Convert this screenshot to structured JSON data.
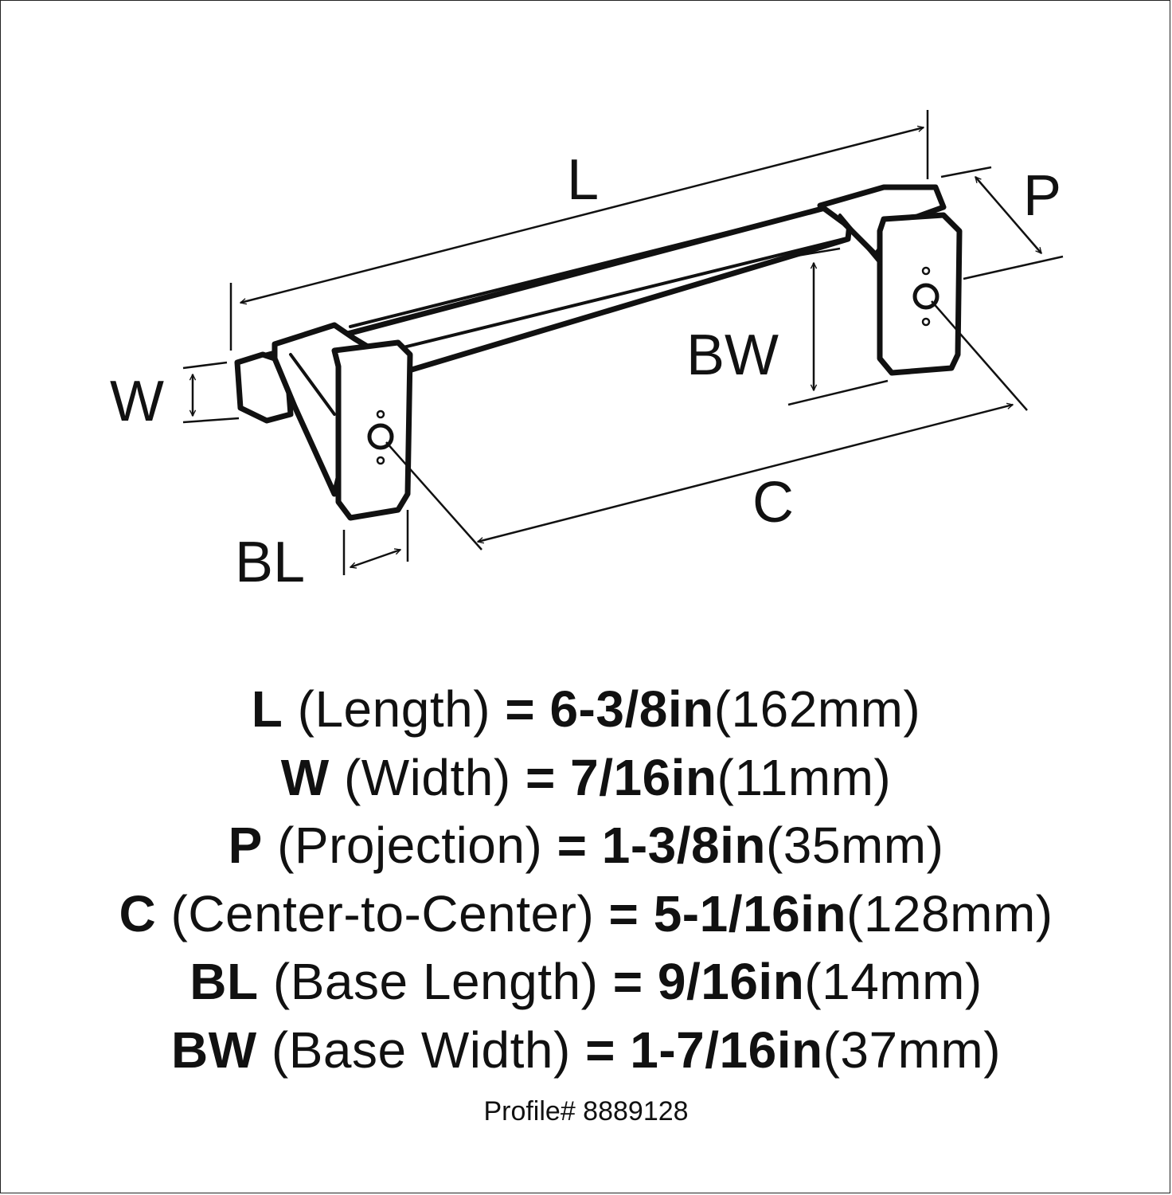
{
  "diagram": {
    "labels": {
      "L": "L",
      "W": "W",
      "P": "P",
      "C": "C",
      "BL": "BL",
      "BW": "BW"
    }
  },
  "specs": [
    {
      "code": "L",
      "desc": "(Length)",
      "eq": "=",
      "imperial": "6-3/8in",
      "metric": "(162mm)"
    },
    {
      "code": "W",
      "desc": "(Width)",
      "eq": "=",
      "imperial": "7/16in",
      "metric": "(11mm)"
    },
    {
      "code": "P",
      "desc": "(Projection)",
      "eq": "=",
      "imperial": "1-3/8in",
      "metric": "(35mm)"
    },
    {
      "code": "C",
      "desc": "(Center-to-Center)",
      "eq": "=",
      "imperial": "5-1/16in",
      "metric": "(128mm)"
    },
    {
      "code": "BL",
      "desc": "(Base Length)",
      "eq": "=",
      "imperial": "9/16in",
      "metric": "(14mm)"
    },
    {
      "code": "BW",
      "desc": "(Base Width)",
      "eq": "=",
      "imperial": "1-7/16in",
      "metric": "(37mm)"
    }
  ],
  "profile": "Profile# 8889128"
}
